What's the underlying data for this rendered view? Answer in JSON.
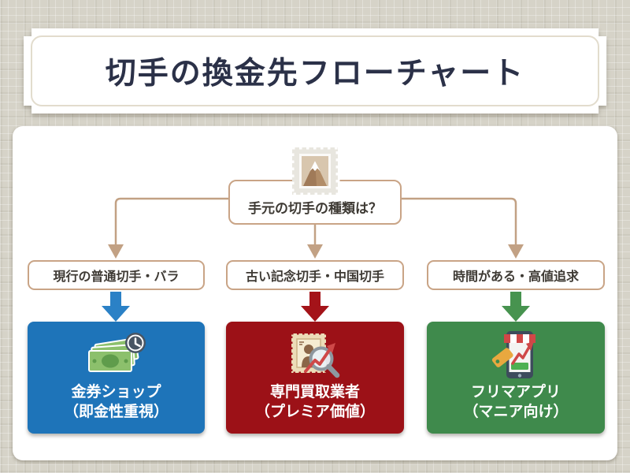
{
  "page": {
    "title": "切手の換金先フローチャート"
  },
  "flowchart": {
    "question": "手元の切手の種類は？",
    "branches": [
      {
        "condition": "現行の普通切手・バラ",
        "destination": "金券ショップ",
        "note": "（即金性重視）",
        "icon": "banknotes-clock-icon",
        "box_color": "#1e74b9",
        "arrow_color": "#2b81c6"
      },
      {
        "condition": "古い記念切手・中国切手",
        "destination": "専門買取業者",
        "note": "（プレミア価値）",
        "icon": "stamp-magnifier-icon",
        "box_color": "#9c1117",
        "arrow_color": "#a41319"
      },
      {
        "condition": "時間がある・高値追求",
        "destination": "フリマアプリ",
        "note": "（マニア向け）",
        "icon": "smartphone-shop-icon",
        "box_color": "#3f8a4c",
        "arrow_color": "#47934f"
      }
    ]
  },
  "colors": {
    "background": "#d6d3c8",
    "panel": "#ffffff",
    "connector": "#c2a184",
    "box_border": "#c9a486",
    "title_text": "#2b3148",
    "label_text": "#3e3a34"
  }
}
